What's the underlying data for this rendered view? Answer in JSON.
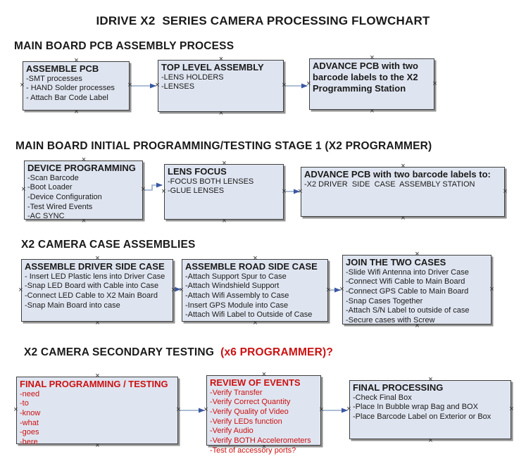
{
  "title": "IDRIVE X2  SERIES CAMERA PROCESSING FLOWCHART",
  "colors": {
    "box_fill": "#dfe5f0",
    "box_border": "#3f3f3f",
    "arrow_line": "#92a7c9",
    "arrow_head": "#3a57a3",
    "accent_red": "#cc1111",
    "shadow_gray": "#929292"
  },
  "sections": [
    {
      "heading": "MAIN BOARD PCB ASSEMBLY PROCESS",
      "boxes": [
        {
          "title": "ASSEMBLE PCB",
          "items": [
            "-SMT processes",
            "- HAND Solder processes",
            "- Attach Bar Code Label"
          ]
        },
        {
          "title": "TOP LEVEL ASSEMBLY",
          "items": [
            "-LENS HOLDERS",
            "-LENSES"
          ]
        },
        {
          "title": "ADVANCE PCB with two barcode labels to the X2 Programming Station",
          "items": []
        }
      ]
    },
    {
      "heading": "MAIN BOARD INITIAL PROGRAMMING/TESTING STAGE 1 (X2 PROGRAMMER)",
      "boxes": [
        {
          "title": "DEVICE PROGRAMMING",
          "items": [
            "-Scan Barcode",
            "-Boot Loader",
            "-Device Configuration",
            "-Test Wired Events",
            "-AC SYNC"
          ]
        },
        {
          "title": "LENS FOCUS",
          "items": [
            "-FOCUS BOTH LENSES",
            "-GLUE LENSES"
          ]
        },
        {
          "title": "ADVANCE PCB with two barcode labels to:",
          "items": [
            "-X2 DRIVER  SIDE  CASE  ASSEMBLY STATION"
          ]
        }
      ]
    },
    {
      "heading": "X2 CAMERA CASE ASSEMBLIES",
      "boxes": [
        {
          "title": "ASSEMBLE DRIVER SIDE CASE",
          "items": [
            "- Insert LED Plastic lens into Driver Case",
            "-Snap LED Board with Cable into Case",
            "-Connect LED Cable to X2 Main Board",
            "-Snap Main Board into case"
          ]
        },
        {
          "title": "ASSEMBLE ROAD SIDE CASE",
          "items": [
            "-Attach Support Spur to Case",
            "-Attach Windshield Support",
            "-Attach Wifi Assembly to Case",
            "-Insert GPS Module into Case",
            "-Attach Wifi Label to Outside of Case"
          ]
        },
        {
          "title": "JOIN THE TWO CASES",
          "items": [
            "-Slide Wifi Antenna into Driver Case",
            "-Connect Wifi Cable to Main Board",
            "-Connect GPS Cable to Main Board",
            "-Snap Cases Together",
            "-Attach S/N Label to outside of case",
            "-Secure cases with Screw"
          ]
        }
      ]
    },
    {
      "heading": "X2 CAMERA SECONDARY TESTING",
      "heading_red": "(x6 PROGRAMMER)?",
      "boxes": [
        {
          "title": "FINAL PROGRAMMING / TESTING",
          "items": [
            "-need",
            "-to",
            "-know",
            "-what",
            "-goes",
            "-here"
          ]
        },
        {
          "title": "REVIEW OF EVENTS",
          "items": [
            "-Verify Transfer",
            "-Verify Correct Quantity",
            "-Verify Quality of Video",
            "-Verify LEDs function",
            "-Verify Audio",
            "-Verify BOTH Accelerometers",
            "-Test of accessory ports?"
          ]
        },
        {
          "title": "FINAL PROCESSING",
          "items": [
            "-Check Final Box",
            "-Place In Bubble wrap Bag and BOX",
            "-Place Barcode Label on Exterior or Box"
          ]
        }
      ]
    }
  ]
}
